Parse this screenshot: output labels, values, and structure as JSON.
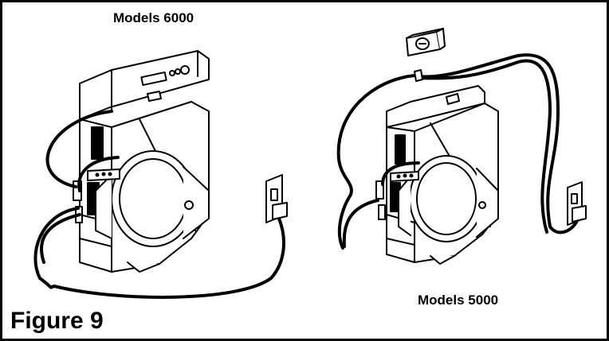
{
  "labels": {
    "models_6000": "Models 6000",
    "models_5000": "Models 5000",
    "figure": "Figure 9"
  }
}
